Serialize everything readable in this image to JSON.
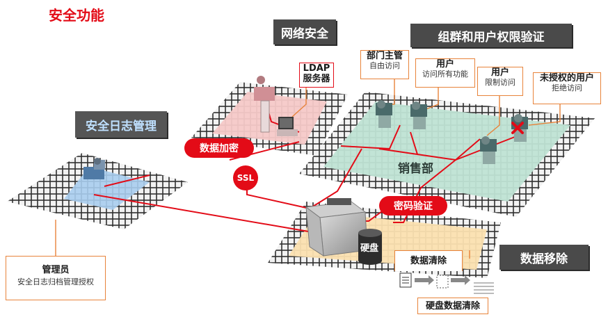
{
  "title": "安全功能",
  "banners": {
    "network": "网络安全",
    "group_auth": "组群和用户权限验证",
    "log": "安全日志管理",
    "data_removal": "数据移除"
  },
  "pills": {
    "encryption": "数据加密",
    "ssl": "SSL",
    "password": "密码验证"
  },
  "ldap": {
    "line1": "LDAP",
    "line2": "服务器"
  },
  "users": [
    {
      "title": "部门主管",
      "sub": "自由访问"
    },
    {
      "title": "用户",
      "sub": "访问所有功能"
    },
    {
      "title": "用户",
      "sub": "限制访问"
    },
    {
      "title": "未授权的用户",
      "sub": "拒绝访问"
    }
  ],
  "sales_dept": "销售部",
  "hdd": "硬盘",
  "admin": {
    "title": "管理员",
    "sub": "安全日志归档管理授权"
  },
  "data_clear": {
    "label": "数据清除",
    "hdd_clear": "硬盘数据清除"
  },
  "colors": {
    "accent_red": "#e30b17",
    "connector_orange": "#e8833a",
    "banner_gray": "#4a4a4a",
    "network_zone": "#f6c9c8",
    "sales_zone": "#bfe3d4",
    "log_zone": "#a9cdee",
    "hdd_zone": "#fbe0b0"
  }
}
